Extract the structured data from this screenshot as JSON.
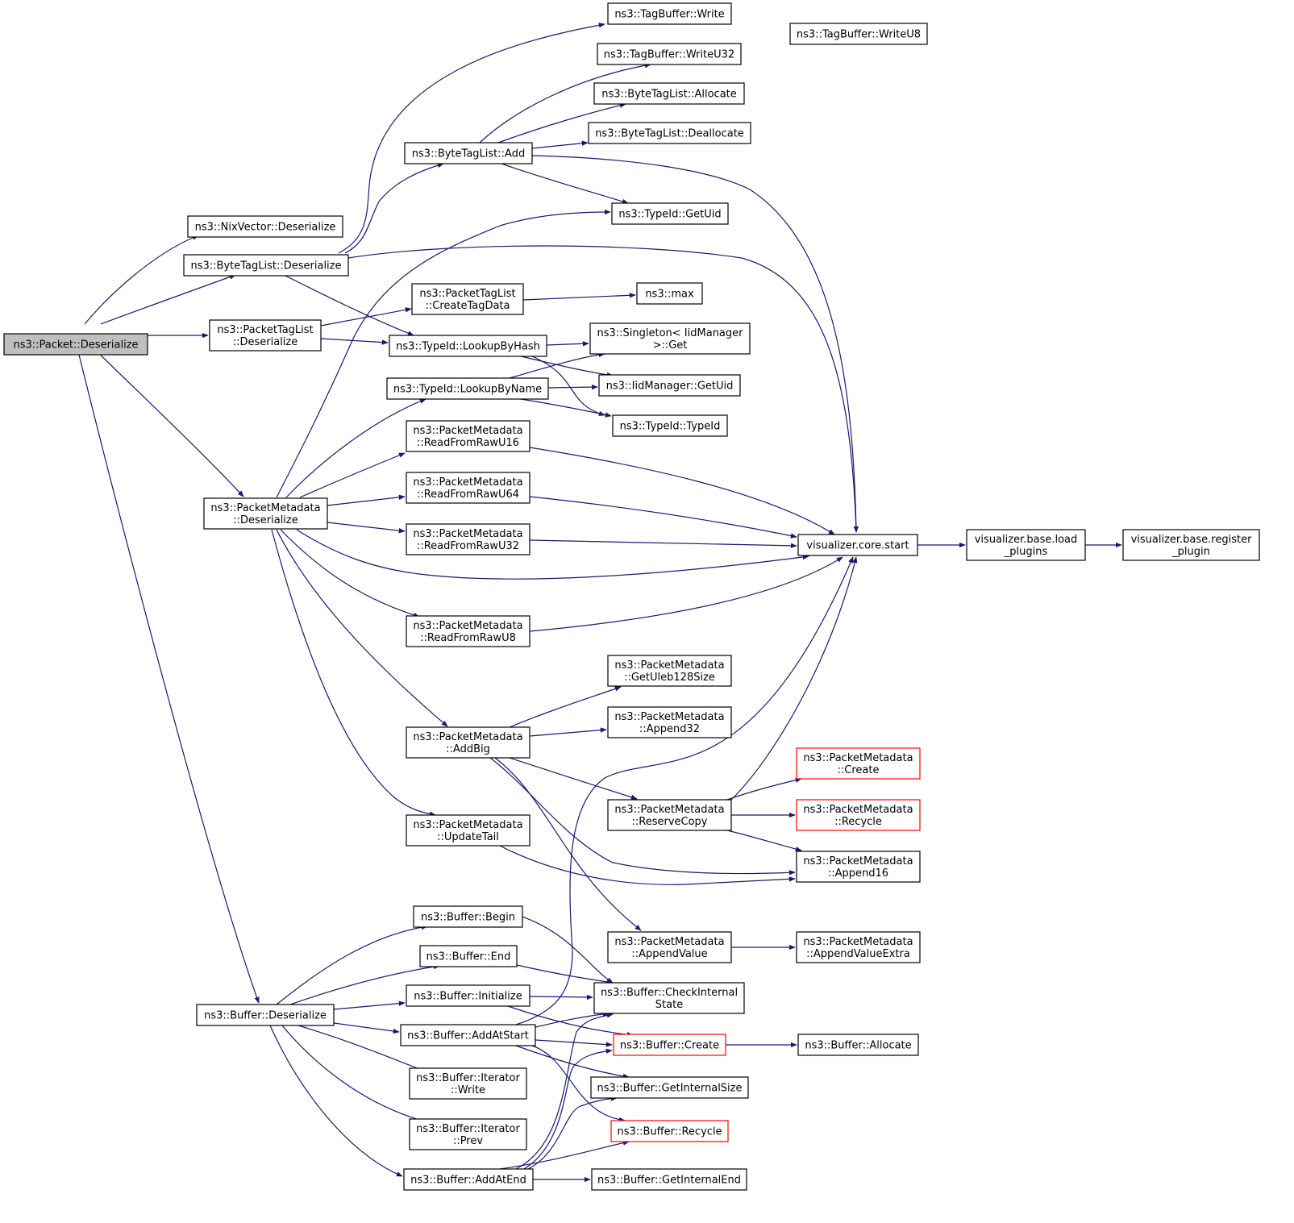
{
  "graph": {
    "edge_color": "#191970",
    "root_fill": "#bfbfbf",
    "truncated_border_color": "#ff0000",
    "nodes": {
      "packet_deserialize": {
        "lines": [
          "ns3::Packet::Deserialize"
        ],
        "root": true
      },
      "nixvector_deserialize": {
        "lines": [
          "ns3::NixVector::Deserialize"
        ]
      },
      "bytetaglist_deserialize": {
        "lines": [
          "ns3::ByteTagList::Deserialize"
        ]
      },
      "packettaglist_deserialize": {
        "lines": [
          "ns3::PacketTagList",
          "::Deserialize"
        ]
      },
      "packetmetadata_deserialize": {
        "lines": [
          "ns3::PacketMetadata",
          "::Deserialize"
        ]
      },
      "buffer_deserialize": {
        "lines": [
          "ns3::Buffer::Deserialize"
        ]
      },
      "bytetaglist_add": {
        "lines": [
          "ns3::ByteTagList::Add"
        ]
      },
      "packettaglist_createtagdata": {
        "lines": [
          "ns3::PacketTagList",
          "::CreateTagData"
        ]
      },
      "typeid_lookupbyhash": {
        "lines": [
          "ns3::TypeId::LookupByHash"
        ]
      },
      "typeid_lookupbyname": {
        "lines": [
          "ns3::TypeId::LookupByName"
        ]
      },
      "readfromrawu16": {
        "lines": [
          "ns3::PacketMetadata",
          "::ReadFromRawU16"
        ]
      },
      "readfromrawu64": {
        "lines": [
          "ns3::PacketMetadata",
          "::ReadFromRawU64"
        ]
      },
      "readfromrawu32": {
        "lines": [
          "ns3::PacketMetadata",
          "::ReadFromRawU32"
        ]
      },
      "readfromrawu8": {
        "lines": [
          "ns3::PacketMetadata",
          "::ReadFromRawU8"
        ]
      },
      "packetmetadata_addbig": {
        "lines": [
          "ns3::PacketMetadata",
          "::AddBig"
        ]
      },
      "packetmetadata_updatetail": {
        "lines": [
          "ns3::PacketMetadata",
          "::UpdateTail"
        ]
      },
      "buffer_begin": {
        "lines": [
          "ns3::Buffer::Begin"
        ]
      },
      "buffer_end": {
        "lines": [
          "ns3::Buffer::End"
        ]
      },
      "buffer_initialize": {
        "lines": [
          "ns3::Buffer::Initialize"
        ]
      },
      "buffer_addatstart": {
        "lines": [
          "ns3::Buffer::AddAtStart"
        ]
      },
      "iterator_write": {
        "lines": [
          "ns3::Buffer::Iterator",
          "::Write"
        ]
      },
      "iterator_prev": {
        "lines": [
          "ns3::Buffer::Iterator",
          "::Prev"
        ]
      },
      "buffer_addatend": {
        "lines": [
          "ns3::Buffer::AddAtEnd"
        ]
      },
      "tagbuffer_write": {
        "lines": [
          "ns3::TagBuffer::Write"
        ]
      },
      "tagbuffer_writeu32": {
        "lines": [
          "ns3::TagBuffer::WriteU32"
        ]
      },
      "tagbuffer_writeu8": {
        "lines": [
          "ns3::TagBuffer::WriteU8"
        ]
      },
      "bytetaglist_allocate": {
        "lines": [
          "ns3::ByteTagList::Allocate"
        ]
      },
      "bytetaglist_deallocate": {
        "lines": [
          "ns3::ByteTagList::Deallocate"
        ]
      },
      "typeid_getuid": {
        "lines": [
          "ns3::TypeId::GetUid"
        ]
      },
      "ns3_max": {
        "lines": [
          "ns3::max"
        ]
      },
      "singleton_get": {
        "lines": [
          "ns3::Singleton< IidManager",
          ">::Get"
        ]
      },
      "iidmanager_getuid": {
        "lines": [
          "ns3::IidManager::GetUid"
        ]
      },
      "typeid_typeid": {
        "lines": [
          "ns3::TypeId::TypeId"
        ]
      },
      "visualizer_core_start": {
        "lines": [
          "visualizer.core.start"
        ]
      },
      "visualizer_base_load_plugins": {
        "lines": [
          "visualizer.base.load",
          "_plugins"
        ]
      },
      "visualizer_base_register_plugin": {
        "lines": [
          "visualizer.base.register",
          "_plugin"
        ]
      },
      "getuleb128size": {
        "lines": [
          "ns3::PacketMetadata",
          "::GetUleb128Size"
        ]
      },
      "append32": {
        "lines": [
          "ns3::PacketMetadata",
          "::Append32"
        ]
      },
      "packetmetadata_create": {
        "lines": [
          "ns3::PacketMetadata",
          "::Create"
        ],
        "truncated": true
      },
      "reservecopy": {
        "lines": [
          "ns3::PacketMetadata",
          "::ReserveCopy"
        ]
      },
      "packetmetadata_recycle": {
        "lines": [
          "ns3::PacketMetadata",
          "::Recycle"
        ],
        "truncated": true
      },
      "append16": {
        "lines": [
          "ns3::PacketMetadata",
          "::Append16"
        ]
      },
      "appendvalue": {
        "lines": [
          "ns3::PacketMetadata",
          "::AppendValue"
        ]
      },
      "appendvalueextra": {
        "lines": [
          "ns3::PacketMetadata",
          "::AppendValueExtra"
        ]
      },
      "buffer_checkinternalstate": {
        "lines": [
          "ns3::Buffer::CheckInternal",
          "State"
        ]
      },
      "buffer_create": {
        "lines": [
          "ns3::Buffer::Create"
        ],
        "truncated": true
      },
      "buffer_allocate": {
        "lines": [
          "ns3::Buffer::Allocate"
        ]
      },
      "buffer_getinternalsize": {
        "lines": [
          "ns3::Buffer::GetInternalSize"
        ]
      },
      "buffer_recycle": {
        "lines": [
          "ns3::Buffer::Recycle"
        ],
        "truncated": true
      },
      "buffer_getinternalend": {
        "lines": [
          "ns3::Buffer::GetInternalEnd"
        ]
      }
    }
  }
}
